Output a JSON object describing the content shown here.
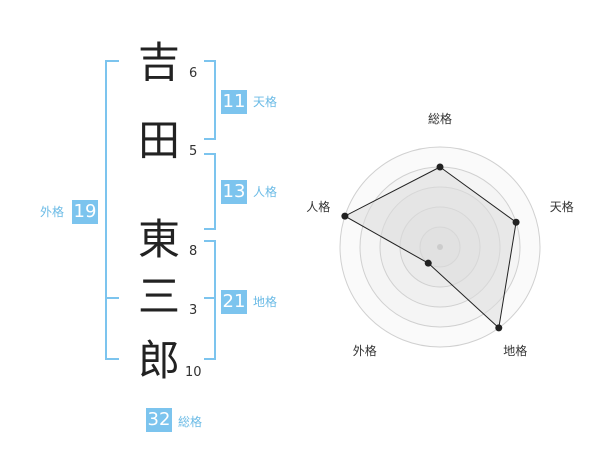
{
  "name_chars": [
    {
      "char": "吉",
      "strokes": "6"
    },
    {
      "char": "田",
      "strokes": "5"
    },
    {
      "char": "東",
      "strokes": "8"
    },
    {
      "char": "三",
      "strokes": "3"
    },
    {
      "char": "郎",
      "strokes": "10"
    }
  ],
  "fortunes": {
    "tenkaku": {
      "value": "11",
      "label": "天格"
    },
    "jinkaku": {
      "value": "13",
      "label": "人格"
    },
    "chikaku": {
      "value": "21",
      "label": "地格"
    },
    "gaikaku": {
      "value": "19",
      "label": "外格"
    },
    "soukaku": {
      "value": "32",
      "label": "総格"
    }
  },
  "colors": {
    "accent": "#7cc4ee",
    "radar_fill": "#efefef",
    "radar_ring": "#d0d0d0"
  },
  "chart_data": {
    "type": "radar",
    "axes": [
      "総格",
      "天格",
      "地格",
      "外格",
      "人格"
    ],
    "values": [
      4,
      4,
      5,
      1,
      5
    ],
    "max": 5
  }
}
